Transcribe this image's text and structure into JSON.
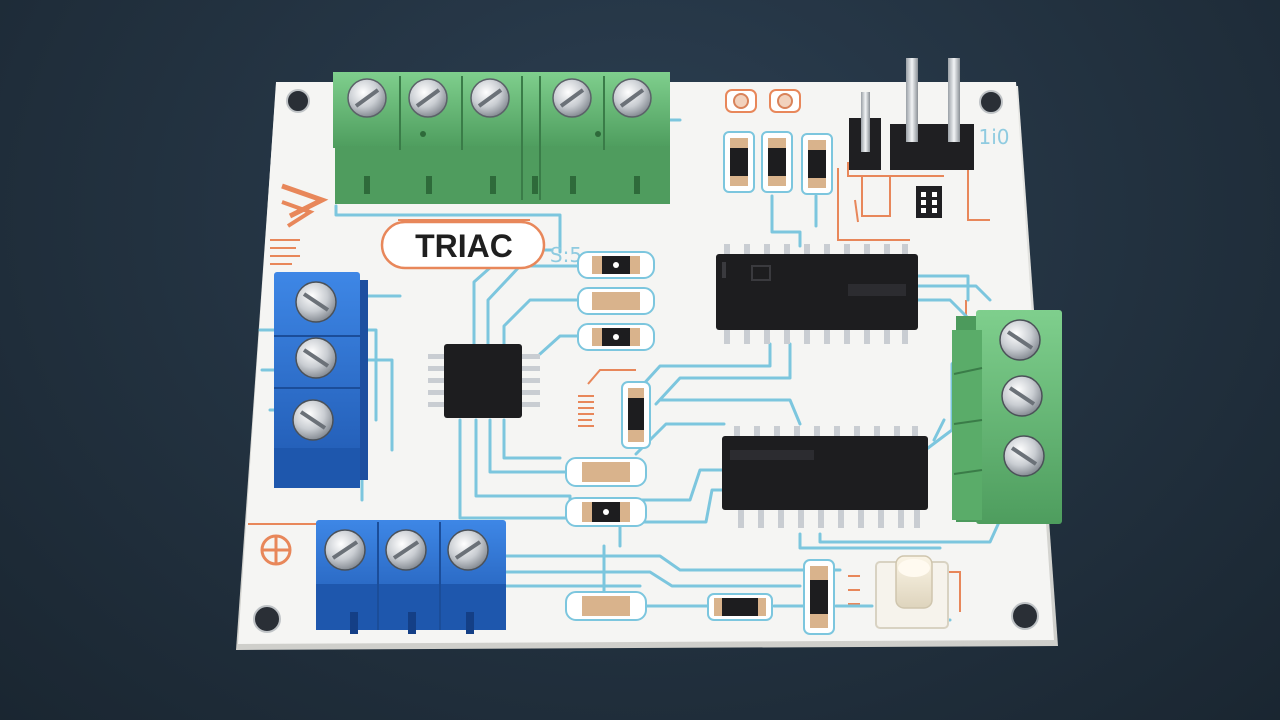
{
  "board": {
    "label": "TRIAC",
    "silk_texts": [
      "S:5",
      "1i0"
    ]
  },
  "colors": {
    "background": "#22313f",
    "board": "#f4f4f2",
    "trace": "#7cc6de",
    "silkscreen": "#e8875a",
    "terminal_green": "#6cbf7b",
    "terminal_blue": "#2f6fcf",
    "ic_body": "#1d1d1f"
  },
  "icons": [
    "screw-terminal-icon",
    "ic-chip-icon",
    "smd-resistor-icon",
    "pin-header-icon",
    "push-button-icon",
    "mounting-hole-icon"
  ]
}
